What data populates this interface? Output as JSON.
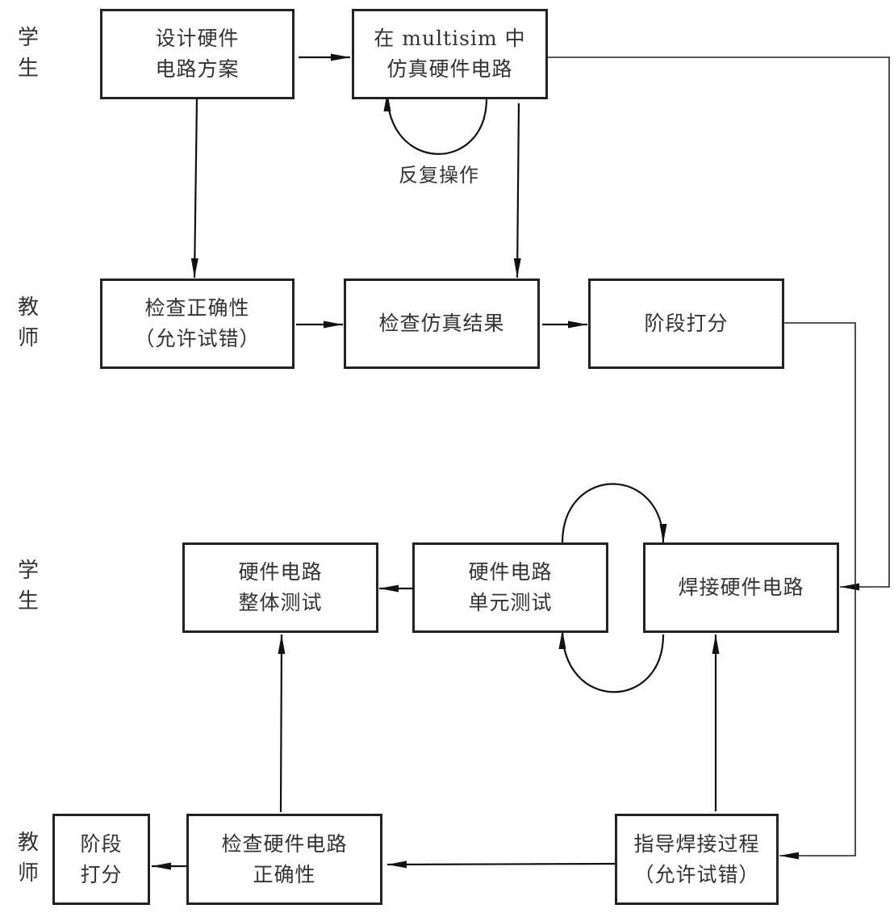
{
  "diagram": {
    "type": "flowchart",
    "lanes": [
      {
        "id": "lane-student-1",
        "label": [
          "学",
          "生"
        ]
      },
      {
        "id": "lane-teacher-1",
        "label": [
          "教",
          "师"
        ]
      },
      {
        "id": "lane-student-2",
        "label": [
          "学",
          "生"
        ]
      },
      {
        "id": "lane-teacher-2",
        "label": [
          "教",
          "师"
        ]
      }
    ],
    "nodes": {
      "design": {
        "lines": [
          "设计硬件",
          "电路方案"
        ]
      },
      "simulate": {
        "lines": [
          "在 multisim 中",
          "仿真硬件电路"
        ]
      },
      "check_correct": {
        "lines": [
          "检查正确性",
          "（允许试错）"
        ]
      },
      "check_sim": {
        "lines": [
          "检查仿真结果"
        ]
      },
      "score_1": {
        "lines": [
          "阶段打分"
        ]
      },
      "whole_test": {
        "lines": [
          "硬件电路",
          "整体测试"
        ]
      },
      "unit_test": {
        "lines": [
          "硬件电路",
          "单元测试"
        ]
      },
      "solder": {
        "lines": [
          "焊接硬件电路"
        ]
      },
      "score_2": {
        "lines": [
          "阶段",
          "打分"
        ]
      },
      "check_hw": {
        "lines": [
          "检查硬件电路",
          "正确性"
        ]
      },
      "guide_solder": {
        "lines": [
          "指导焊接过程",
          "（允许试错）"
        ]
      }
    },
    "loop_label": "反复操作",
    "edges": [
      {
        "from": "design",
        "to": "simulate"
      },
      {
        "from": "design",
        "to": "check_correct"
      },
      {
        "from": "simulate",
        "to": "simulate",
        "label": "反复操作"
      },
      {
        "from": "simulate",
        "to": "check_sim"
      },
      {
        "from": "simulate",
        "to": "solder"
      },
      {
        "from": "check_correct",
        "to": "check_sim"
      },
      {
        "from": "check_sim",
        "to": "score_1"
      },
      {
        "from": "score_1",
        "to": "guide_solder"
      },
      {
        "from": "unit_test",
        "to": "whole_test"
      },
      {
        "from": "unit_test",
        "to": "solder"
      },
      {
        "from": "solder",
        "to": "unit_test"
      },
      {
        "from": "guide_solder",
        "to": "solder"
      },
      {
        "from": "guide_solder",
        "to": "check_hw"
      },
      {
        "from": "check_hw",
        "to": "whole_test"
      },
      {
        "from": "check_hw",
        "to": "score_2"
      }
    ],
    "colors": {
      "stroke": "#222222",
      "text": "#333333",
      "background": "#ffffff"
    }
  }
}
